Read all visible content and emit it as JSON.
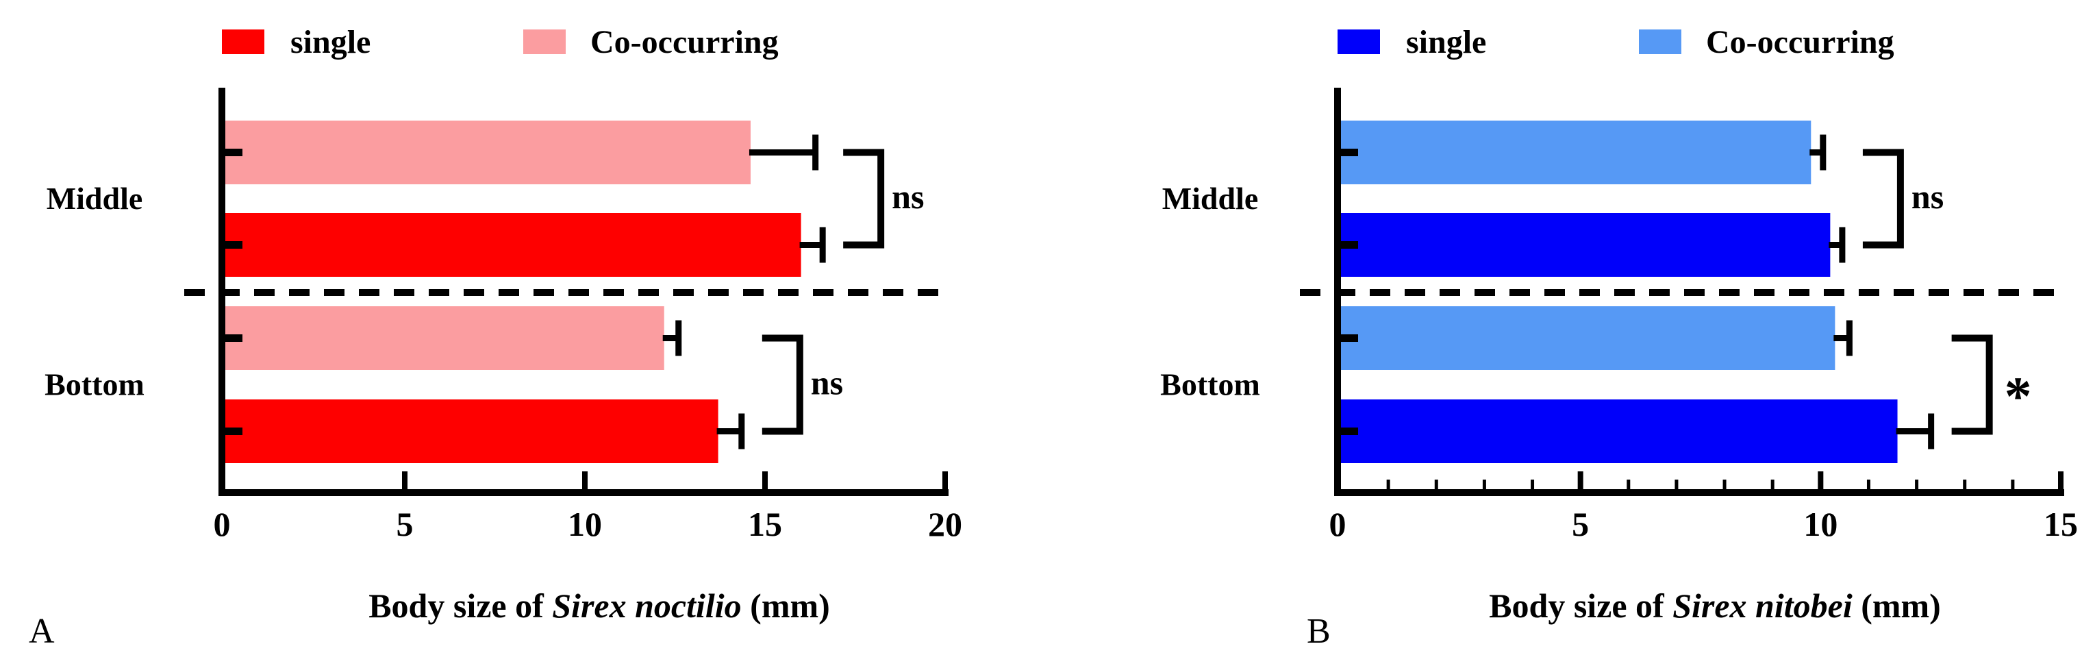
{
  "figure": {
    "background": "#ffffff",
    "ink_color": "#000000"
  },
  "chart_data": [
    {
      "type": "bar",
      "orientation": "horizontal",
      "panel_label": "A",
      "title": "",
      "xlabel": "Body size of Sirex noctilio (mm)",
      "xlabel_parts": {
        "prefix": "Body size of ",
        "italic": "Sirex noctilio",
        "suffix": " (mm)"
      },
      "ylabel": "",
      "categories": [
        "Middle",
        "Bottom"
      ],
      "series": [
        {
          "name": "single",
          "color": "#FE0000",
          "values": [
            16.0,
            13.7
          ],
          "errors": [
            0.6,
            0.65
          ]
        },
        {
          "name": "Co-occurring",
          "color": "#FB9DA0",
          "values": [
            14.6,
            12.2
          ],
          "errors": [
            1.8,
            0.4
          ]
        }
      ],
      "significance": [
        "ns",
        "ns"
      ],
      "xlim": [
        0,
        20
      ],
      "x_major_ticks": [
        0,
        5,
        10,
        15,
        20
      ],
      "x_minor_step": null,
      "legend_position": "top",
      "grid": false,
      "group_separator": "dashed"
    },
    {
      "type": "bar",
      "orientation": "horizontal",
      "panel_label": "B",
      "title": "",
      "xlabel": "Body size of Sirex nitobei (mm)",
      "xlabel_parts": {
        "prefix": "Body size of ",
        "italic": "Sirex nitobei",
        "suffix": " (mm)"
      },
      "ylabel": "",
      "categories": [
        "Middle",
        "Bottom"
      ],
      "series": [
        {
          "name": "single",
          "color": "#0000FA",
          "values": [
            10.2,
            11.6
          ],
          "errors": [
            0.25,
            0.7
          ]
        },
        {
          "name": "Co-occurring",
          "color": "#5699F5",
          "values": [
            9.8,
            10.3
          ],
          "errors": [
            0.25,
            0.3
          ]
        }
      ],
      "significance": [
        "ns",
        "*"
      ],
      "xlim": [
        0,
        15
      ],
      "x_major_ticks": [
        0,
        5,
        10,
        15
      ],
      "x_minor_step": 1,
      "legend_position": "top",
      "grid": false,
      "group_separator": "dashed"
    }
  ]
}
